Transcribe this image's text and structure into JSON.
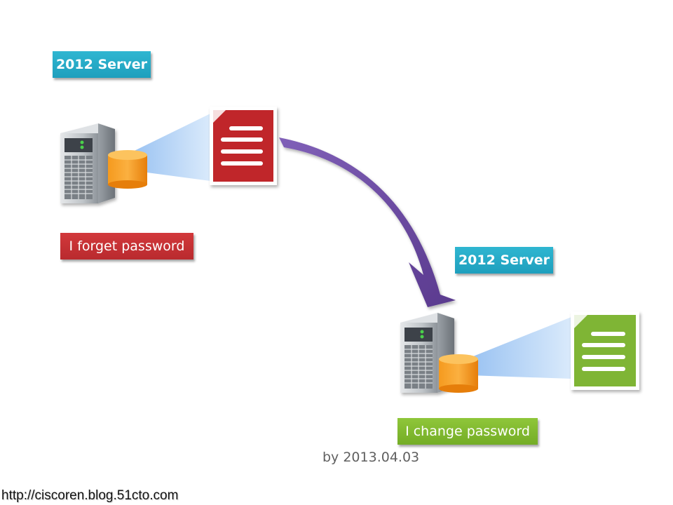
{
  "diagram": {
    "source_server": {
      "title": "2012 Server",
      "caption": "I forget password",
      "caption_color": "#c13034",
      "document_color": "#c0282c"
    },
    "target_server": {
      "title": "2012 Server",
      "caption": "I change password",
      "caption_color": "#80b830",
      "document_color": "#7fb536"
    },
    "arrow": {
      "color": "#6b4a9e",
      "direction": "source-to-target"
    },
    "date_note": "by 2013.04.03",
    "source_url": "http://ciscoren.blog.51cto.com",
    "label_color": "#1fa6c4"
  }
}
